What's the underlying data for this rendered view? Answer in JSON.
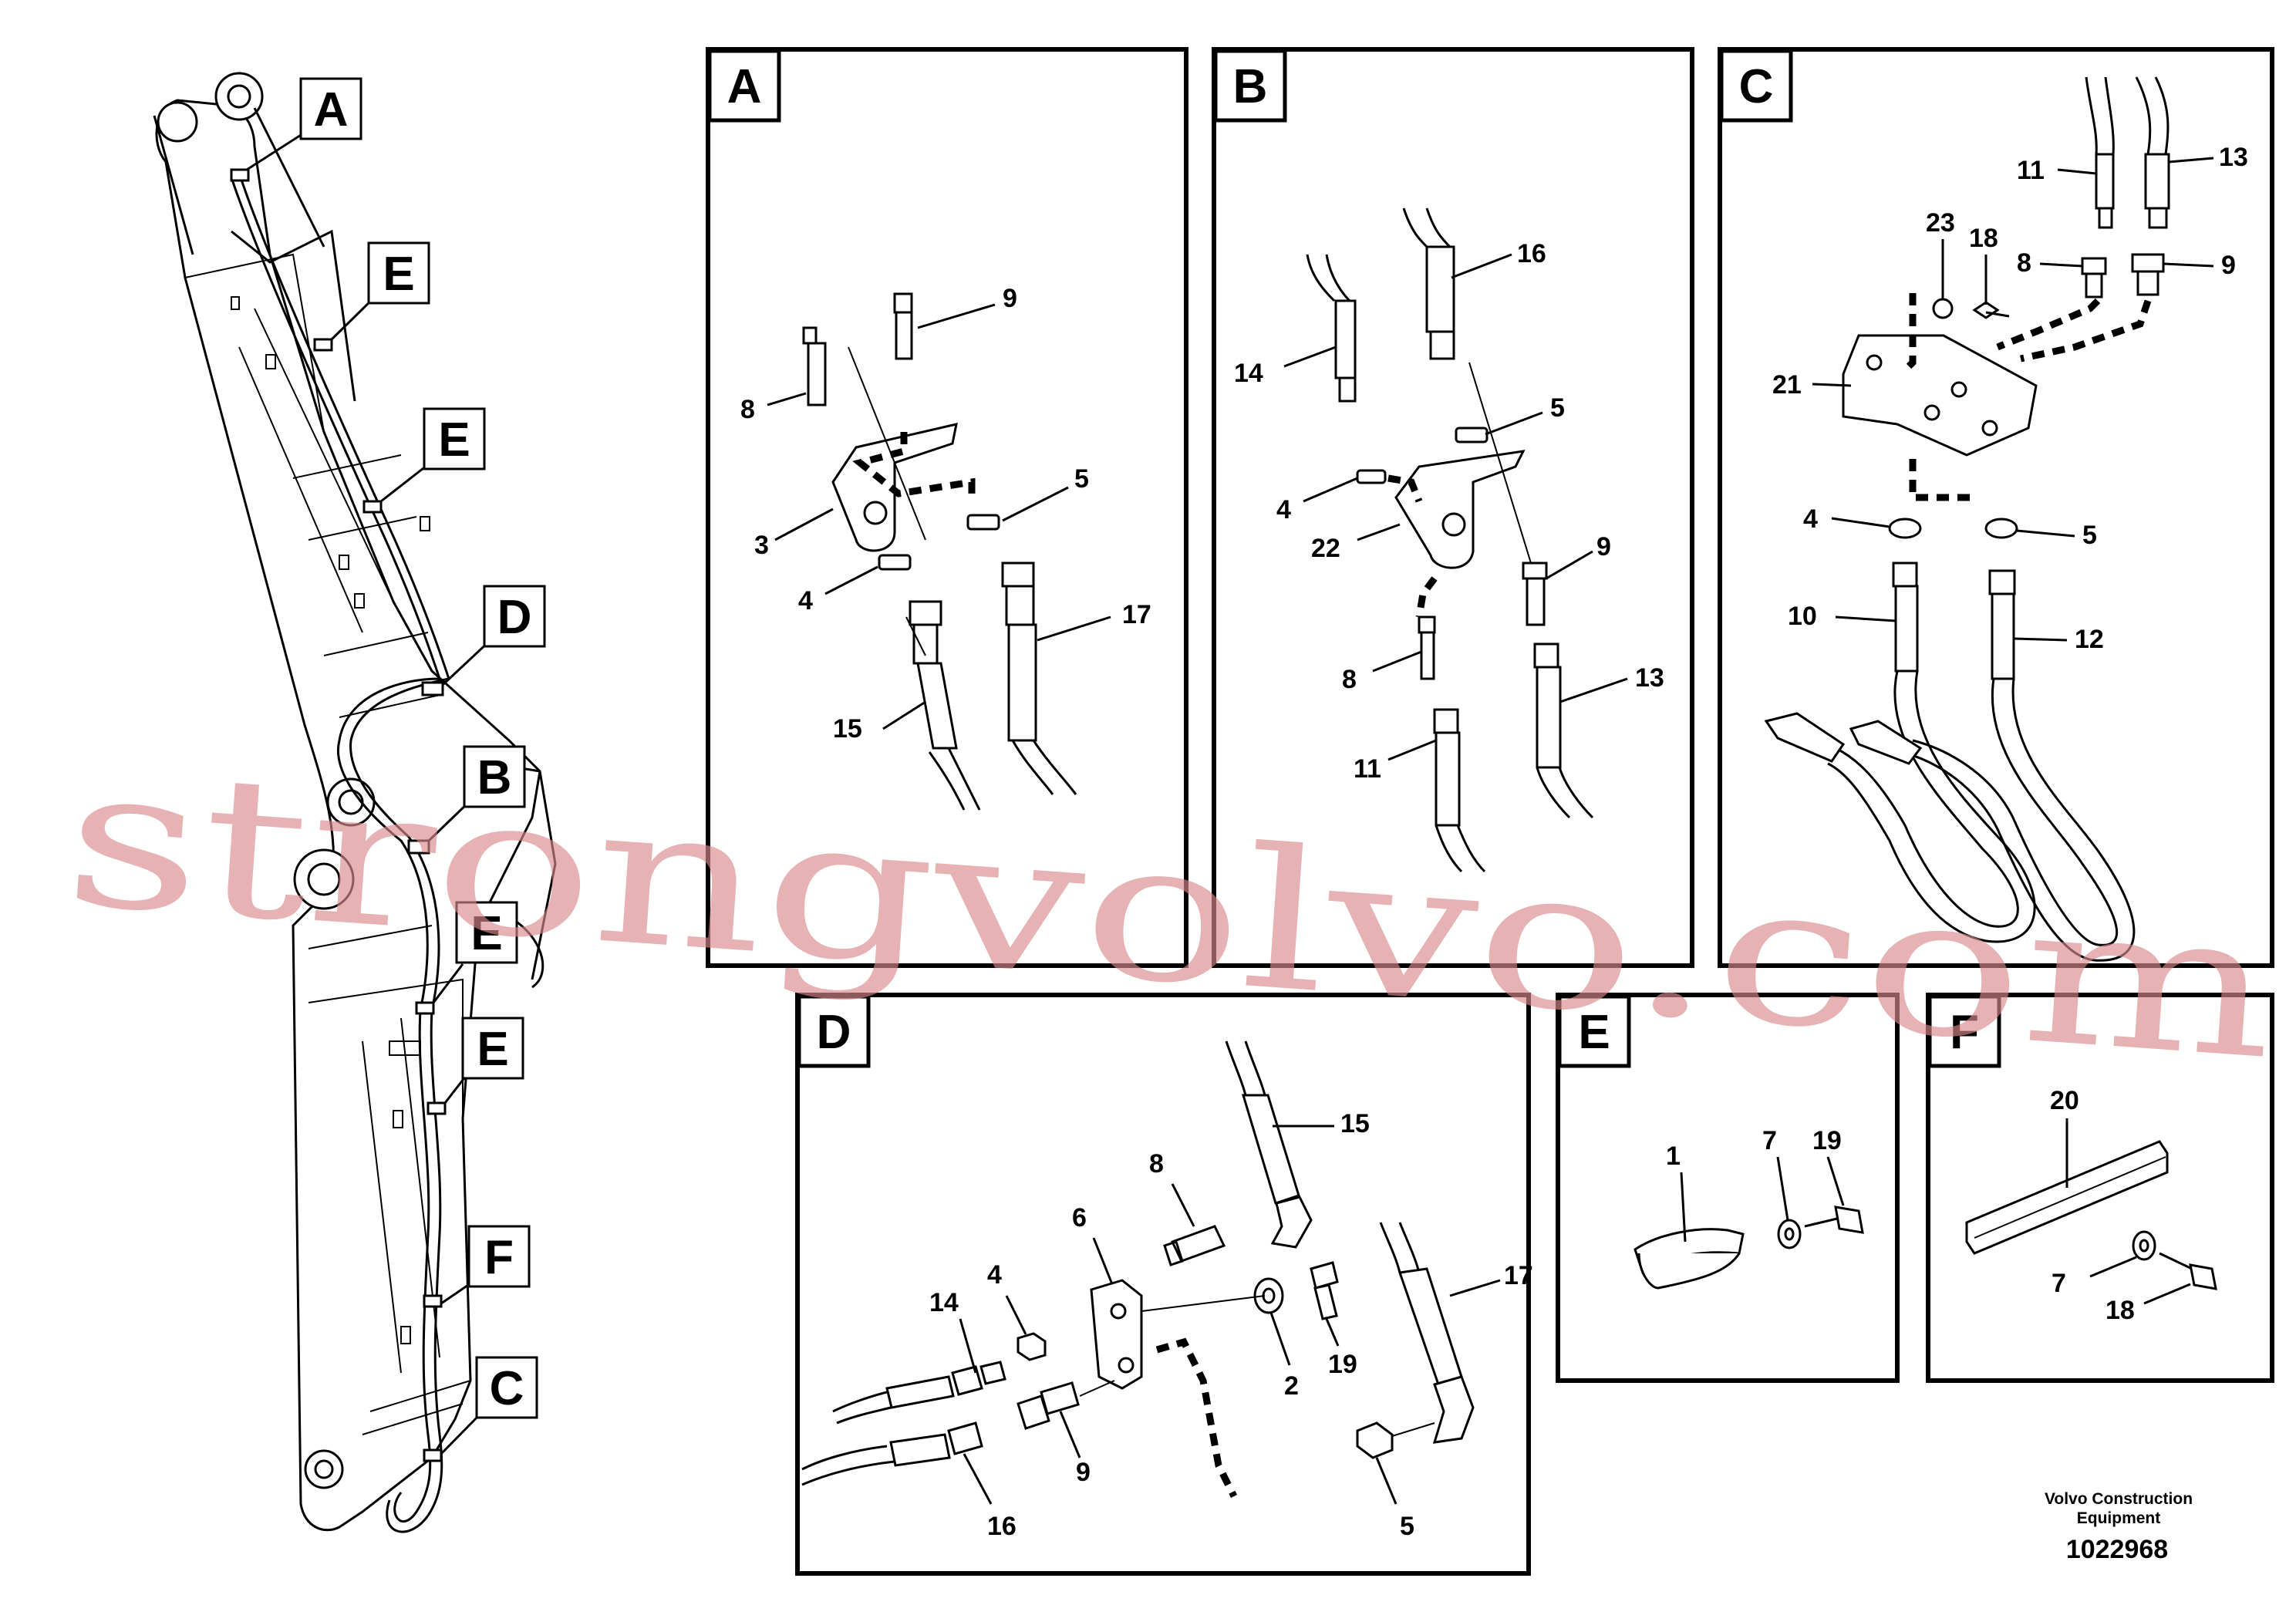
{
  "watermark": "strongvolvo.com",
  "footer": {
    "company_line1": "Volvo Construction",
    "company_line2": "Equipment",
    "drawing_number": "1022968"
  },
  "boom_tags": {
    "a": "A",
    "e1": "E",
    "e2": "E",
    "d": "D",
    "b": "B",
    "e3": "E",
    "e4": "E",
    "f": "F",
    "c": "C"
  },
  "panels": {
    "A": {
      "title": "A",
      "callouts": {
        "c9": "9",
        "c8": "8",
        "c5": "5",
        "c3": "3",
        "c4": "4",
        "c17": "17",
        "c15": "15"
      }
    },
    "B": {
      "title": "B",
      "callouts": {
        "c16": "16",
        "c14": "14",
        "c5": "5",
        "c4": "4",
        "c22": "22",
        "c9": "9",
        "c8": "8",
        "c13": "13",
        "c11": "11"
      }
    },
    "C": {
      "title": "C",
      "callouts": {
        "c11": "11",
        "c13": "13",
        "c23": "23",
        "c18": "18",
        "c8": "8",
        "c9": "9",
        "c21": "21",
        "c4": "4",
        "c5": "5",
        "c10": "10",
        "c12": "12"
      }
    },
    "D": {
      "title": "D",
      "callouts": {
        "c15": "15",
        "c8": "8",
        "c6": "6",
        "c14": "14",
        "c4": "4",
        "c17": "17",
        "c19": "19",
        "c2": "2",
        "c9": "9",
        "c16": "16",
        "c5": "5"
      }
    },
    "E": {
      "title": "E",
      "callouts": {
        "c1": "1",
        "c7": "7",
        "c19": "19"
      }
    },
    "F": {
      "title": "F",
      "callouts": {
        "c20": "20",
        "c7": "7",
        "c18": "18"
      }
    }
  }
}
